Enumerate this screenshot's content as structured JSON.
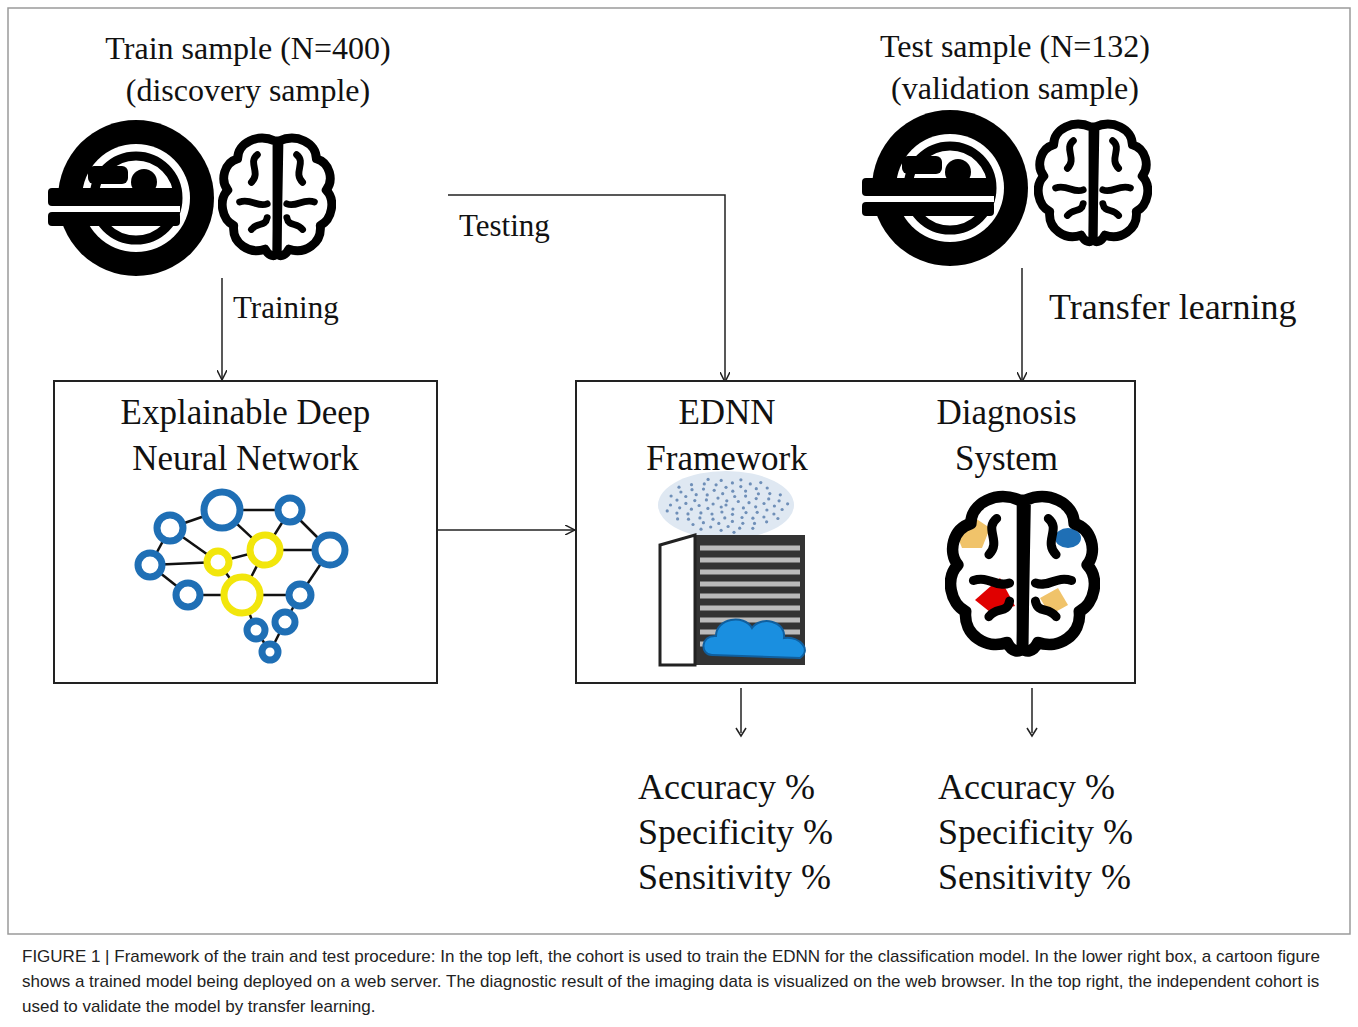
{
  "diagram": {
    "caption": "FIGURE 1 | Framework of the train and test procedure: In the top left, the cohort is used to train the EDNN for the classification model. In the lower right box, a cartoon figure shows a trained model being deployed on a web server. The diagnostic result of the imaging data is visualized on the web browser. In the top right, the independent cohort is used to validate the model by transfer learning.",
    "nodes": [
      {
        "text": [
          "Train sample (N=400) (discovery sample)"
        ]
      },
      {
        "text": [
          "Test sample (N=132) (validation sample)"
        ]
      },
      {
        "text": [
          "Explainable Deep Neural Network"
        ]
      },
      {
        "text": []
      },
      {
        "text": [
          "EDNN Framework"
        ],
        "in": 3
      },
      {
        "text": [
          "Diagnosis System"
        ],
        "in": 3
      }
    ],
    "edges": [
      {
        "from": 0,
        "to": 2,
        "label": "Training",
        "arrow": "to"
      },
      {
        "from": 0,
        "to": 4,
        "label": "Testing",
        "arrow": "to"
      },
      {
        "from": 2,
        "to": 3,
        "arrow": "to"
      },
      {
        "from": 1,
        "to": 5,
        "label": "Transfer learning",
        "arrow": "to"
      }
    ],
    "labels": [
      "Accuracy %",
      "Specificity %",
      "Sensitivity %",
      "Accuracy %",
      "Specificity %",
      "Sensitivity %"
    ]
  }
}
